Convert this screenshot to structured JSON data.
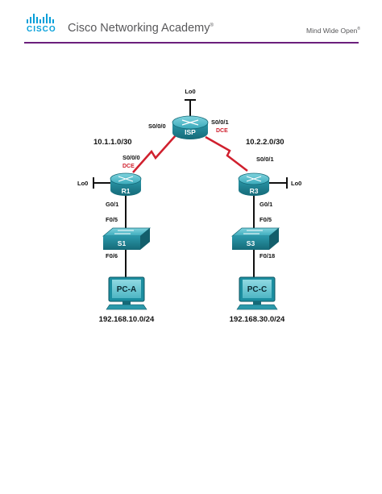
{
  "header": {
    "brand": "CISCO",
    "title": "Cisco Networking Academy",
    "title_mark": "®",
    "tagline": "Mind Wide Open",
    "tagline_mark": "®"
  },
  "topology": {
    "devices": {
      "isp": "ISP",
      "r1": "R1",
      "r3": "R3",
      "s1": "S1",
      "s3": "S3",
      "pca": "PC-A",
      "pcc": "PC-C"
    },
    "interfaces": {
      "isp_lo": "Lo0",
      "isp_s000": "S0/0/0",
      "isp_s001": "S0/0/1",
      "r1_s000": "S0/0/0",
      "r1_lo": "Lo0",
      "r1_g01": "G0/1",
      "s1_f05": "F0/5",
      "s1_f06": "F0/6",
      "r3_s001": "S0/0/1",
      "r3_lo": "Lo0",
      "r3_g01": "G0/1",
      "s3_f05": "F0/5",
      "s3_f018": "F0/18"
    },
    "dce": {
      "isp_side": "DCE",
      "r1_side": "DCE"
    },
    "networks": {
      "left_wan": "10.1.1.0/30",
      "right_wan": "10.2.2.0/30",
      "left_lan": "192.168.10.0/24",
      "right_lan": "192.168.30.0/24"
    }
  },
  "colors": {
    "brand_blue": "#049fd9",
    "rule_purple": "#6b1f7c",
    "serial_link": "#d0202e",
    "device_teal": "#1c8ea0"
  }
}
